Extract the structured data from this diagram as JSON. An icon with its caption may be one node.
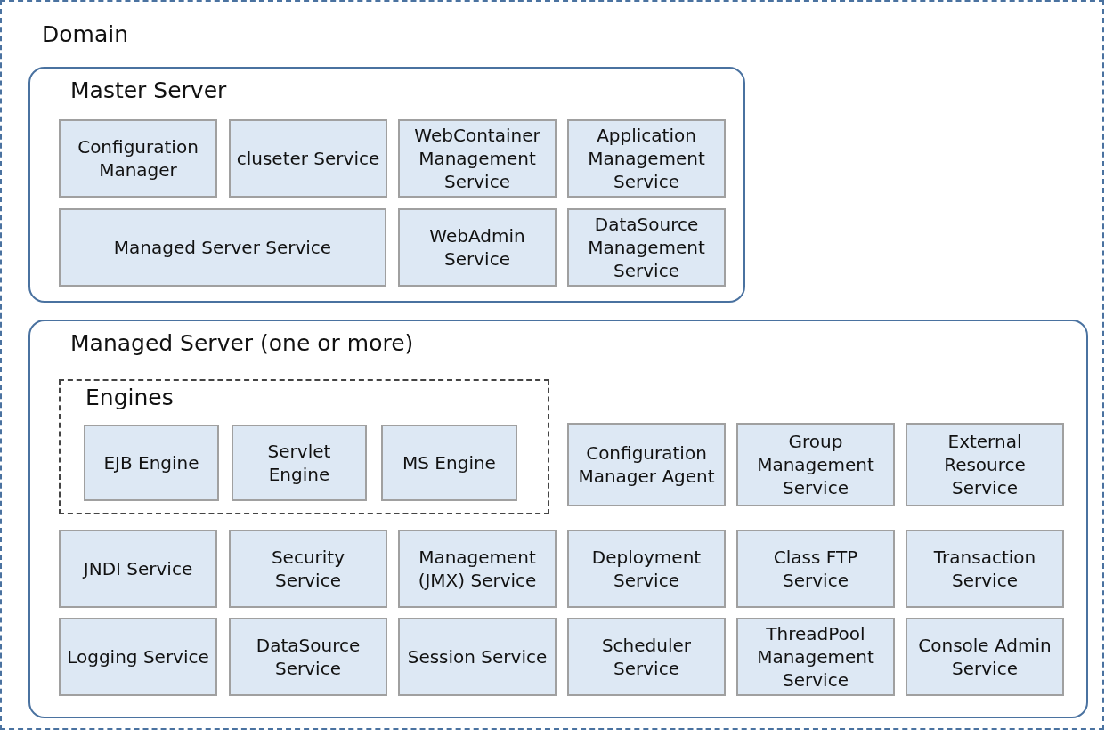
{
  "diagram": {
    "nodes": [
      {
        "text": [
          "Domain"
        ]
      },
      {
        "text": [
          "Master Server"
        ],
        "in": 0
      },
      {
        "text": [
          "Configuration Manager"
        ],
        "in": 1
      },
      {
        "text": [
          "cluseter Service"
        ],
        "in": 1
      },
      {
        "text": [
          "WebContainer Management Service"
        ],
        "in": 1
      },
      {
        "text": [
          "Application Management Service"
        ],
        "in": 1
      },
      {
        "text": [
          "Managed Server Service"
        ],
        "in": 1
      },
      {
        "text": [
          "WebAdmin Service"
        ],
        "in": 1
      },
      {
        "text": [
          "DataSource Management Service"
        ],
        "in": 1
      },
      {
        "text": [
          "Managed Server (one or more)"
        ],
        "in": 0
      },
      {
        "text": [
          "Engines"
        ],
        "in": 9
      },
      {
        "text": [
          "EJB Engine"
        ],
        "in": 10
      },
      {
        "text": [
          "Servlet Engine"
        ],
        "in": 10
      },
      {
        "text": [
          "MS Engine"
        ],
        "in": 10
      },
      {
        "text": [
          "Configuration Manager Agent"
        ],
        "in": 9
      },
      {
        "text": [
          "Group Management Service"
        ],
        "in": 9
      },
      {
        "text": [
          "External Resource Service"
        ],
        "in": 9
      },
      {
        "text": [
          "JNDI Service"
        ],
        "in": 9
      },
      {
        "text": [
          "Security Service"
        ],
        "in": 9
      },
      {
        "text": [
          "Management (JMX) Service"
        ],
        "in": 9
      },
      {
        "text": [
          "Deployment Service"
        ],
        "in": 9
      },
      {
        "text": [
          "Class FTP Service"
        ],
        "in": 9
      },
      {
        "text": [
          "Transaction Service"
        ],
        "in": 9
      },
      {
        "text": [
          "Logging Service"
        ],
        "in": 9
      },
      {
        "text": [
          "DataSource Service"
        ],
        "in": 9
      },
      {
        "text": [
          "Session Service"
        ],
        "in": 9
      },
      {
        "text": [
          "Scheduler Service"
        ],
        "in": 9
      },
      {
        "text": [
          "ThreadPool Management Service"
        ],
        "in": 9
      },
      {
        "text": [
          "Console Admin Service"
        ],
        "in": 9
      }
    ]
  }
}
